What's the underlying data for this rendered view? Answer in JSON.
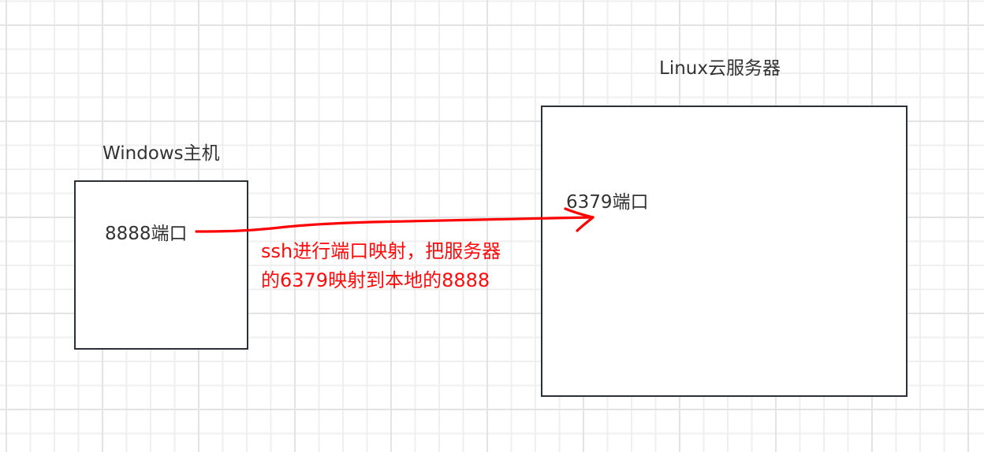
{
  "diagram": {
    "nodes": [
      {
        "id": "windows-host",
        "title": "Windows主机",
        "port_label": "8888端口"
      },
      {
        "id": "linux-server",
        "title": "Linux云服务器",
        "port_label": "6379端口"
      }
    ],
    "edges": [
      {
        "from": "windows-host.8888",
        "to": "linux-server.6379",
        "color": "#ff0000",
        "style": "hand-drawn arrow"
      }
    ],
    "annotation": {
      "line1": "ssh进行端口映射，把服务器",
      "line2": "的6379映射到本地的8888",
      "color": "#ff0000"
    },
    "colors": {
      "box_border": "#2b2f38",
      "label_text": "#333333",
      "grid_minor": "#efefef",
      "grid_major": "#e3e3e3"
    }
  }
}
